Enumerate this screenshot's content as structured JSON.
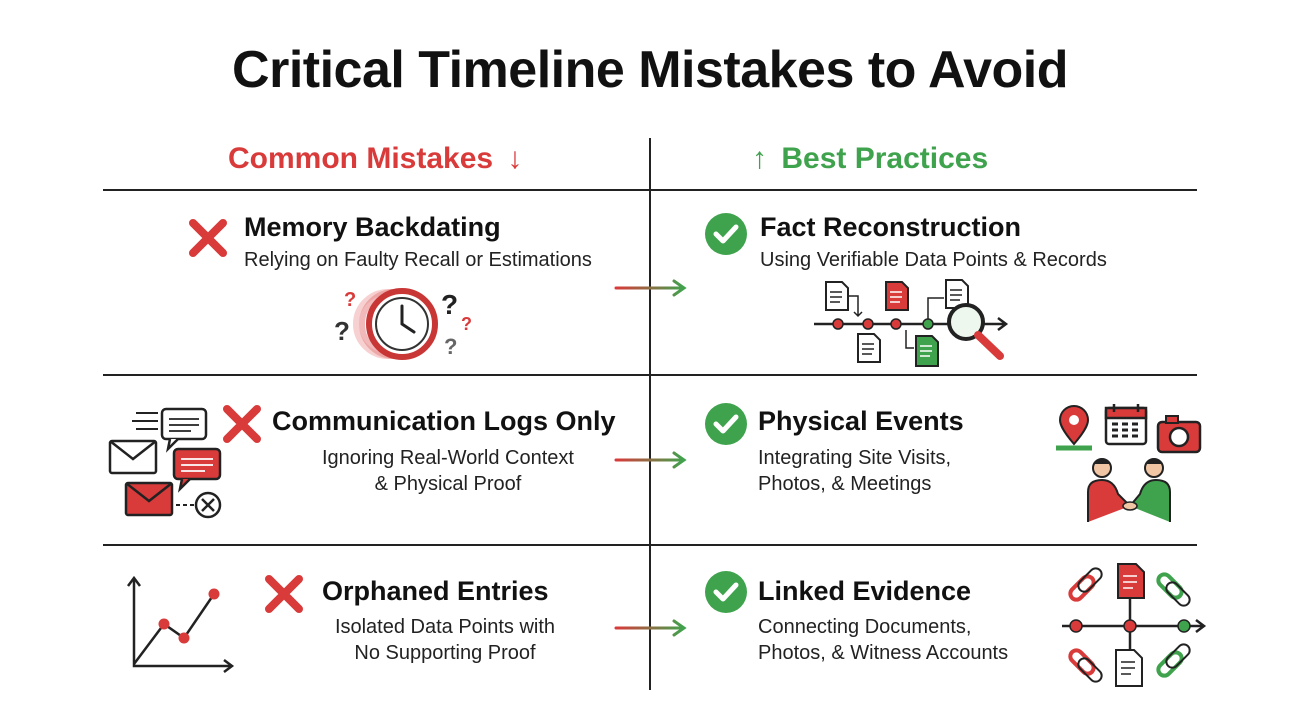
{
  "title": "Critical Timeline Mistakes to Avoid",
  "columns": {
    "mistakes": {
      "label": "Common Mistakes",
      "arrow": "↓"
    },
    "practices": {
      "label": "Best Practices",
      "arrow": "↑"
    }
  },
  "rows": [
    {
      "mistake": {
        "heading": "Memory Backdating",
        "line1": "Relying on Faulty Recall or Estimations",
        "line2": ""
      },
      "practice": {
        "heading": "Fact Reconstruction",
        "line1": "Using Verifiable Data Points & Records",
        "line2": ""
      }
    },
    {
      "mistake": {
        "heading": "Communication Logs Only",
        "line1": "Ignoring Real-World Context",
        "line2": "& Physical Proof"
      },
      "practice": {
        "heading": "Physical Events",
        "line1": "Integrating Site Visits,",
        "line2": "Photos, & Meetings"
      }
    },
    {
      "mistake": {
        "heading": "Orphaned Entries",
        "line1": "Isolated Data Points with",
        "line2": "No Supporting Proof"
      },
      "practice": {
        "heading": "Linked Evidence",
        "line1": "Connecting Documents,",
        "line2": "Photos, & Witness Accounts"
      }
    }
  ],
  "colors": {
    "red": "#d93a3a",
    "green": "#3fa34d",
    "ink": "#222222"
  },
  "icons": [
    "x-mark-icon",
    "check-circle-icon",
    "clock-icon",
    "question-mark-icon",
    "document-icon",
    "magnifier-icon",
    "envelope-icon",
    "chat-bubble-icon",
    "location-pin-icon",
    "calendar-icon",
    "camera-icon",
    "handshake-icon",
    "line-graph-icon",
    "chain-link-icon"
  ]
}
